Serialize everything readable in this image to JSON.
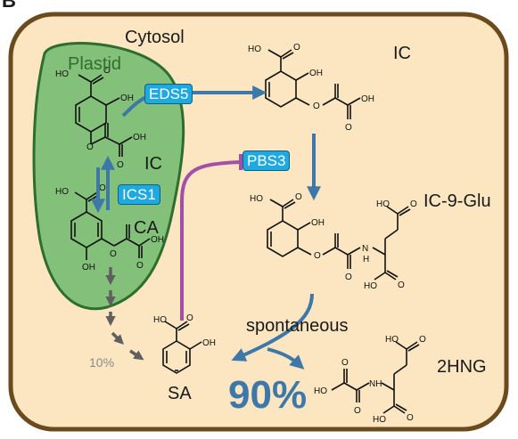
{
  "panel_label": "B",
  "compartments": {
    "cytosol": "Cytosol",
    "plastid": "Plastid"
  },
  "enzymes": {
    "eds5": "EDS5",
    "pbs3": "PBS3",
    "ics1": "ICS1"
  },
  "compounds": {
    "ic_plastid": "IC",
    "ca": "CA",
    "ic_cytosol": "IC",
    "ic9glu": "IC-9-Glu",
    "sa": "SA",
    "hng": "2HNG"
  },
  "annotations": {
    "spontaneous": "spontaneous",
    "pct_small": "10%",
    "pct_big": "90%"
  },
  "atoms": {
    "ho": "HO",
    "oh": "OH",
    "o": "O",
    "n": "N",
    "h": "H",
    "nh": "NH"
  },
  "colors": {
    "cytosol_fill": "#fbe6c1",
    "cytosol_border": "#6b4a1e",
    "plastid_fill": "#83c17a",
    "plastid_border": "#2e6d2f",
    "arrow_blue": "#3d78a8",
    "enzyme_blue": "#1ea9df",
    "inhibit_purple": "#a24fa8",
    "dashed_gray": "#5f5f5f"
  }
}
